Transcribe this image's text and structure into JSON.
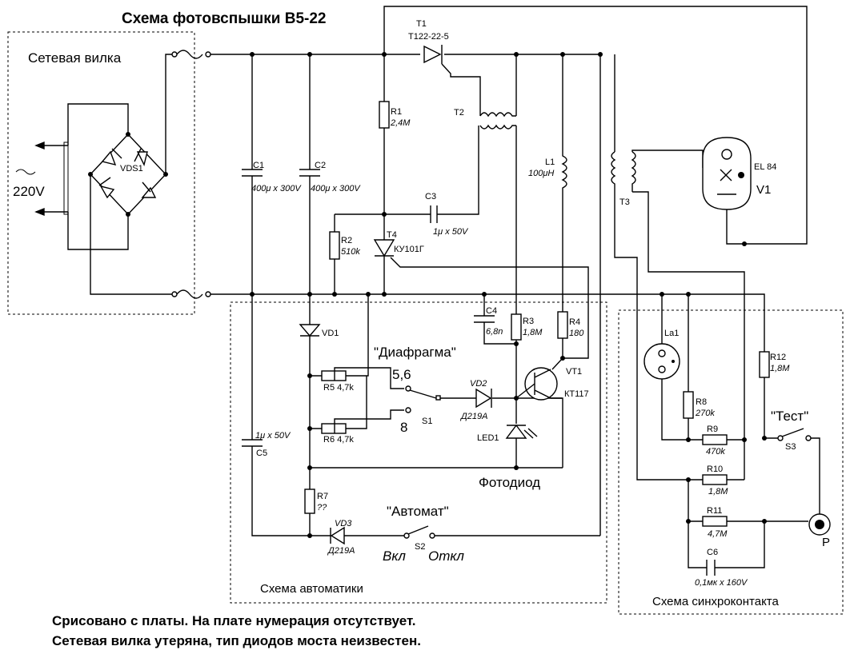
{
  "title": "Схема фотовспышки В5-22",
  "blocks": {
    "plug": "Сетевая вилка",
    "automation": "Схема автоматики",
    "sync": "Схема синхроконтакта"
  },
  "mains_voltage": "220V",
  "components": {
    "vds": "VDS1",
    "t1_ref": "T1",
    "t1_type": "Т122-22-5",
    "t2": "T2",
    "t3": "T3",
    "r1_ref": "R1",
    "r1_val": "2,4M",
    "c1_ref": "C1",
    "c1_val": "400μ x 300V",
    "c2_ref": "C2",
    "c2_val": "400μ x 300V",
    "c3_ref": "C3",
    "c3_val": "1μ x 50V",
    "r2_ref": "R2",
    "r2_val": "510k",
    "t4_ref": "T4",
    "t4_type": "КУ101Г",
    "l1_ref": "L1",
    "l1_val": "100μH",
    "lamp_type": "EL 84",
    "lamp_ref": "V1",
    "c4_ref": "C4",
    "c4_val": "6,8n",
    "r3_ref": "R3",
    "r3_val": "1,8M",
    "r4_ref": "R4",
    "r4_val": "180",
    "vd1": "VD1",
    "r5": "R5 4,7k",
    "r6": "R6 4,7k",
    "vd2_ref": "VD2",
    "vd2_type": "Д219А",
    "vt1_ref": "VT1",
    "vt1_type": "КТ117",
    "s1": "S1",
    "led1": "LED1",
    "c5_val": "1μ x 50V",
    "c5_ref": "C5",
    "r7_ref": "R7",
    "r7_val": "??",
    "vd3_ref": "VD3",
    "vd3_type": "Д219А",
    "s2": "S2",
    "la1": "La1",
    "r8_ref": "R8",
    "r8_val": "270k",
    "r9_ref": "R9",
    "r9_val": "470k",
    "r10_ref": "R10",
    "r10_val": "1,8M",
    "r11_ref": "R11",
    "r11_val": "4,7M",
    "c6_ref": "C6",
    "c6_val": "0,1мк x 160V",
    "r12_ref": "R12",
    "r12_val": "1,8M",
    "s3": "S3",
    "p": "P"
  },
  "labels": {
    "diaphragm": "\"Диафрагма\"",
    "stop_56": "5,6",
    "stop_8": "8",
    "photodiode": "Фотодиод",
    "auto": "\"Автомат\"",
    "on": "Вкл",
    "off": "Откл",
    "test": "\"Тест\""
  },
  "notes": [
    "Срисовано с платы. На плате нумерация отсутствует.",
    "Сетевая вилка утеряна, тип диодов моста неизвестен."
  ]
}
